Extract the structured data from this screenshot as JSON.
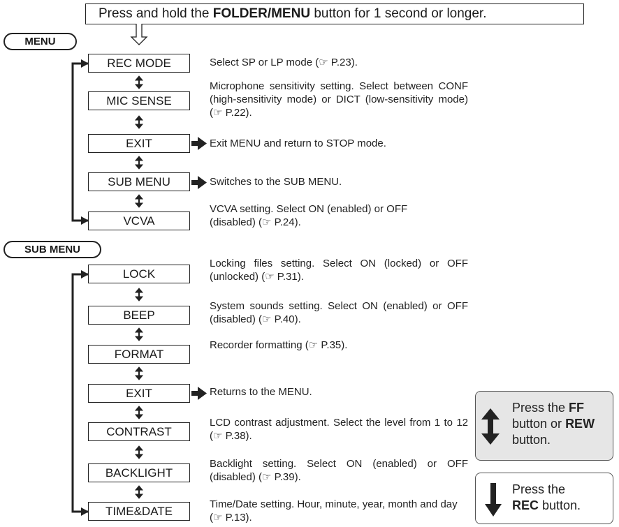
{
  "top_instruction": {
    "pre": "Press and hold the ",
    "bold": "FOLDER/MENU",
    "post": " button for 1 second or longer."
  },
  "menu_tag": "MENU",
  "menu_items": [
    {
      "label": "REC MODE",
      "desc": "Select SP or LP mode (☞ P.23)."
    },
    {
      "label": "MIC SENSE",
      "desc": "Microphone sensitivity setting. Select between CONF (high-sensitivity mode) or DICT (low-sensitivity mode) (☞ P.22)."
    },
    {
      "label": "EXIT",
      "desc": "Exit MENU and return to STOP mode."
    },
    {
      "label": "SUB MENU",
      "desc": "Switches to the SUB MENU."
    },
    {
      "label": "VCVA",
      "desc": "VCVA setting. Select ON (enabled) or OFF (disabled) (☞ P.24)."
    }
  ],
  "submenu_tag": "SUB MENU",
  "submenu_items": [
    {
      "label": "LOCK",
      "desc": "Locking files setting. Select ON (locked) or OFF (unlocked) (☞ P.31)."
    },
    {
      "label": "BEEP",
      "desc": "System sounds setting. Select ON (enabled) or OFF (disabled) (☞ P.40)."
    },
    {
      "label": "FORMAT",
      "desc": "Recorder formatting (☞ P.35)."
    },
    {
      "label": "EXIT",
      "desc": "Returns to the MENU."
    },
    {
      "label": "CONTRAST",
      "desc": "LCD contrast adjustment. Select the level from 1 to 12 (☞ P.38)."
    },
    {
      "label": "BACKLIGHT",
      "desc": "Backlight setting. Select ON (enabled) or OFF (disabled) (☞ P.39)."
    },
    {
      "label": "TIME&DATE",
      "desc": "Time/Date setting. Hour, minute, year, month and day (☞ P.13)."
    }
  ],
  "legend_ff": {
    "pre": "Press the ",
    "b1": "FF",
    "mid": " button or ",
    "b2": "REW",
    "post": " button."
  },
  "legend_rec": {
    "pre": "Press the ",
    "b1": "REC",
    "post": " button."
  },
  "colors": {
    "line": "#222222",
    "legend_bg": "#e6e6e6"
  }
}
